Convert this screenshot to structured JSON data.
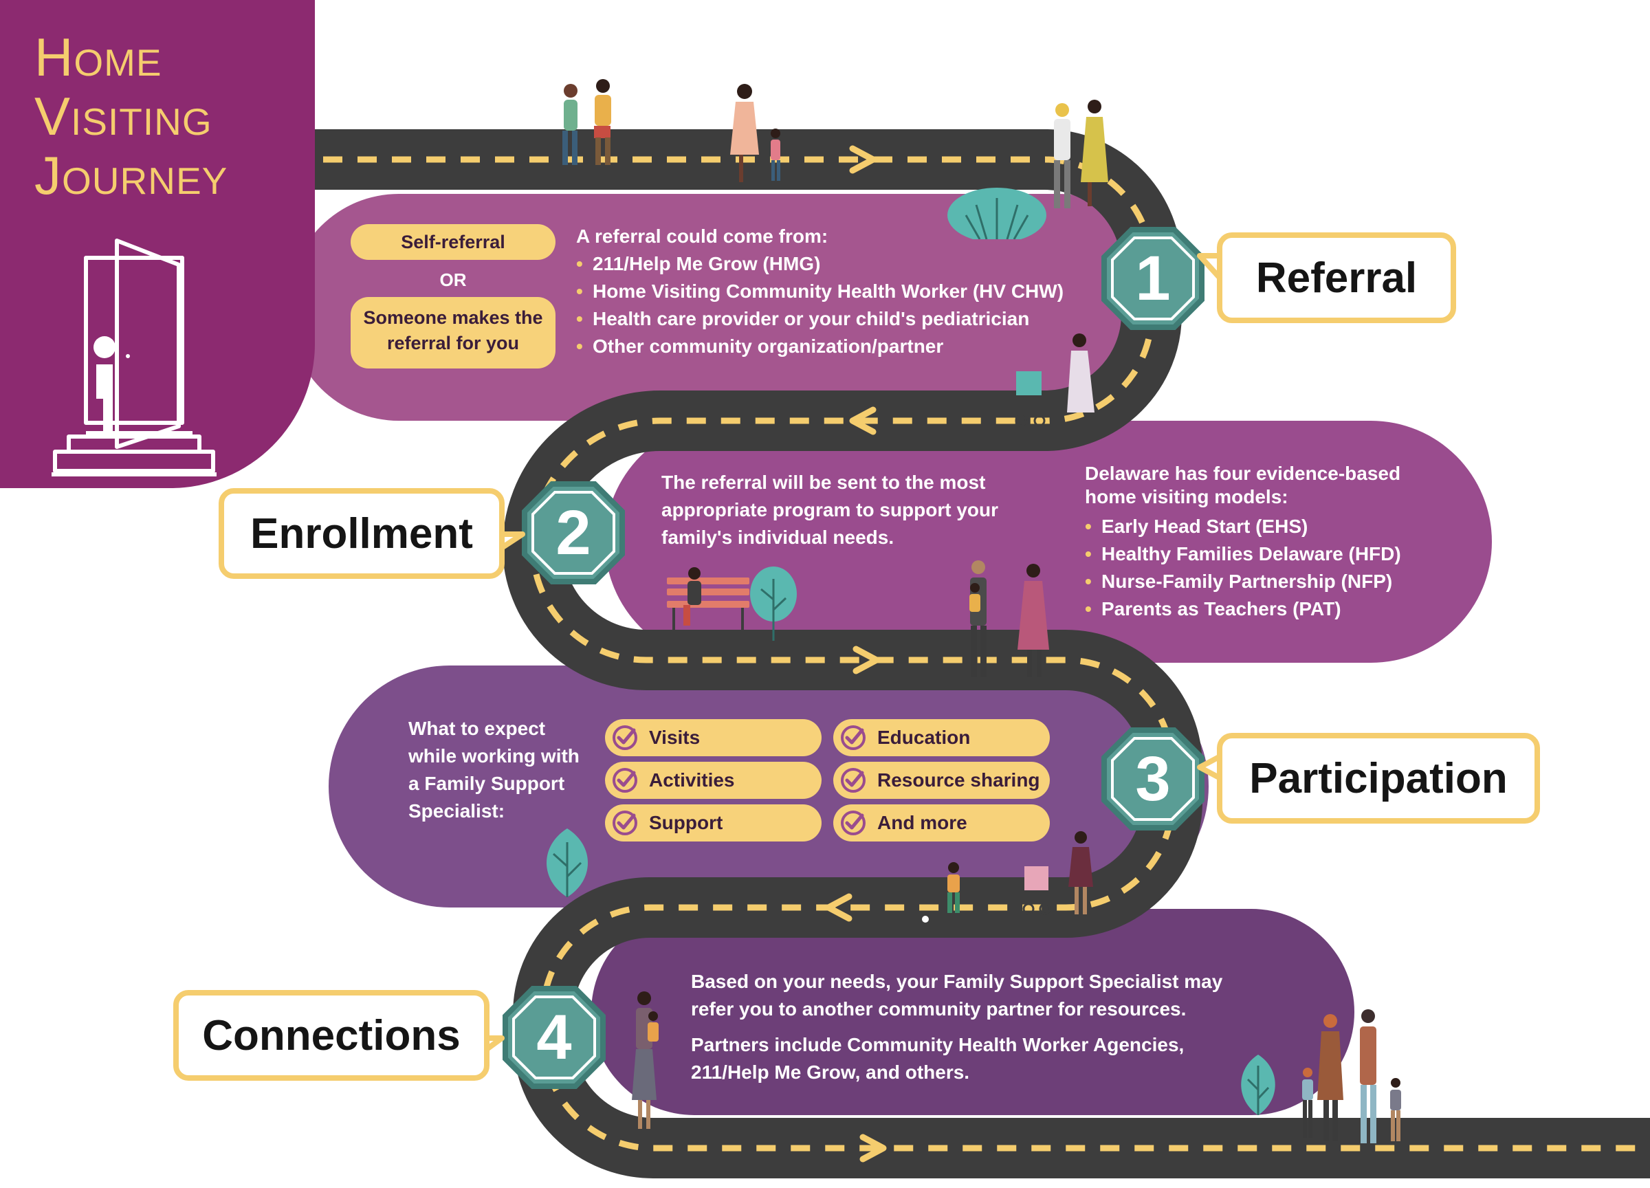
{
  "title": {
    "line1": "Home",
    "line2": "Visiting",
    "line3": "Journey"
  },
  "colors": {
    "purple_title": "#8c2a70",
    "band1": "#a5568f",
    "band2": "#9a4c8e",
    "band3": "#7d4f8b",
    "band4": "#6d3f78",
    "road": "#3d3d3d",
    "road_dash": "#f5cd6e",
    "teal": "#5a9d95",
    "yellow": "#f5cd6e"
  },
  "steps": [
    {
      "number": "1",
      "label": "Referral"
    },
    {
      "number": "2",
      "label": "Enrollment"
    },
    {
      "number": "3",
      "label": "Participation"
    },
    {
      "number": "4",
      "label": "Connections"
    }
  ],
  "referral": {
    "self_referral": "Self-referral",
    "or": "OR",
    "someone": "Someone makes the referral for you",
    "intro": "A referral could come from:",
    "sources": [
      "211/Help Me Grow (HMG)",
      "Home Visiting Community Health Worker (HV CHW)",
      "Health care provider or your child's pediatrician",
      "Other community organization/partner"
    ]
  },
  "enrollment": {
    "text": "The referral will be sent to the most appropriate program to support your family's individual needs.",
    "models_intro": "Delaware has four evidence-based home visiting models:",
    "models": [
      "Early Head Start (EHS)",
      "Healthy Families Delaware (HFD)",
      "Nurse-Family Partnership (NFP)",
      "Parents as Teachers (PAT)"
    ]
  },
  "participation": {
    "intro": "What to expect while working with a Family Support Specialist:",
    "items": [
      "Visits",
      "Education",
      "Activities",
      "Resource sharing",
      "Support",
      "And more"
    ]
  },
  "connections": {
    "text1": "Based on your needs, your Family Support Specialist may refer you to another community partner for resources.",
    "text2": "Partners include Community Health Worker Agencies, 211/Help Me Grow, and others."
  }
}
